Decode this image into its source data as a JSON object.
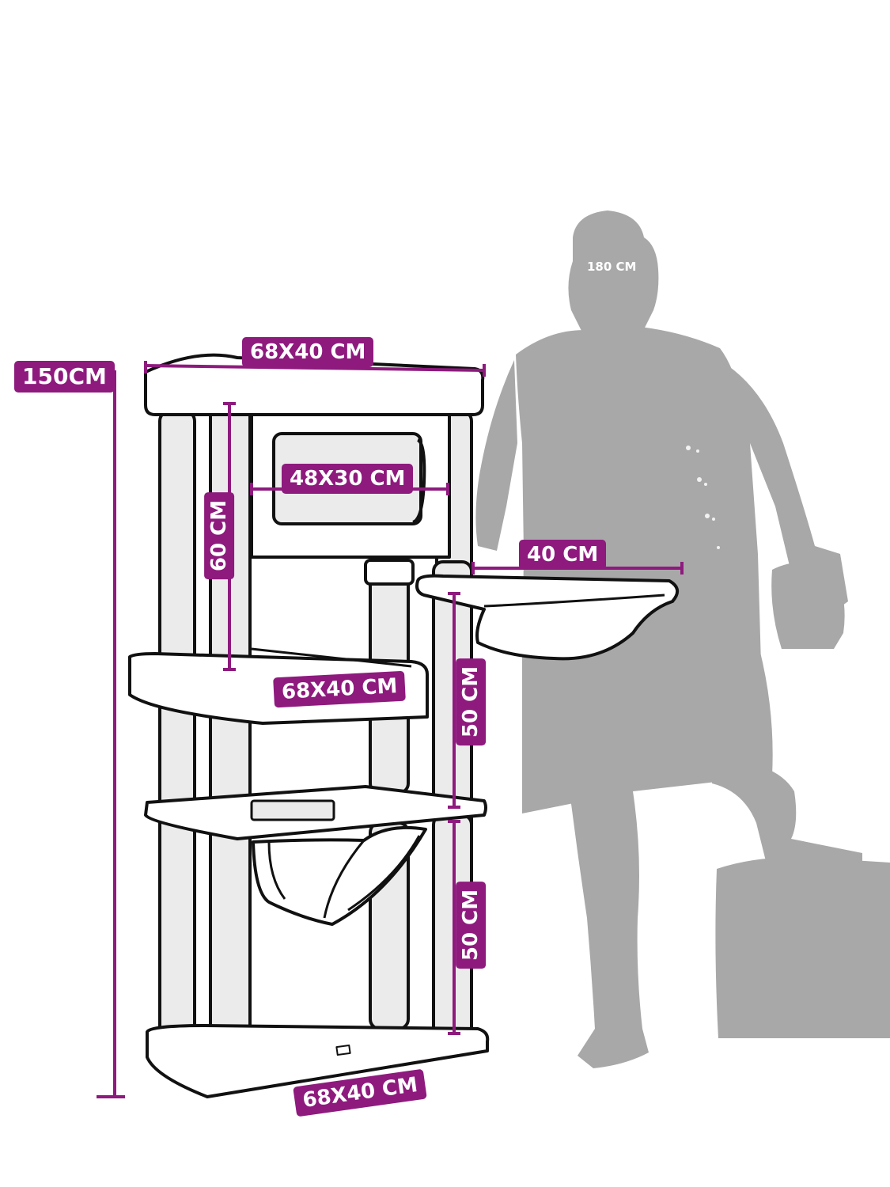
{
  "colors": {
    "accent": "#8e1a7e",
    "silhouette": "#a8a8a8",
    "outline": "#111111",
    "post_fill": "#ebebeb",
    "platform_fill": "#ffffff"
  },
  "person": {
    "height_label": "180 CM"
  },
  "dimensions": {
    "total_height": "150CM",
    "top_platform": "68X40 CM",
    "top_box": "48X30 CM",
    "top_section_height": "60 CM",
    "bowl_width": "40 CM",
    "middle_platform": "68X40 CM",
    "middle_section_height": "50 CM",
    "lower_section_height": "50 CM",
    "base_platform": "68X40 CM"
  }
}
